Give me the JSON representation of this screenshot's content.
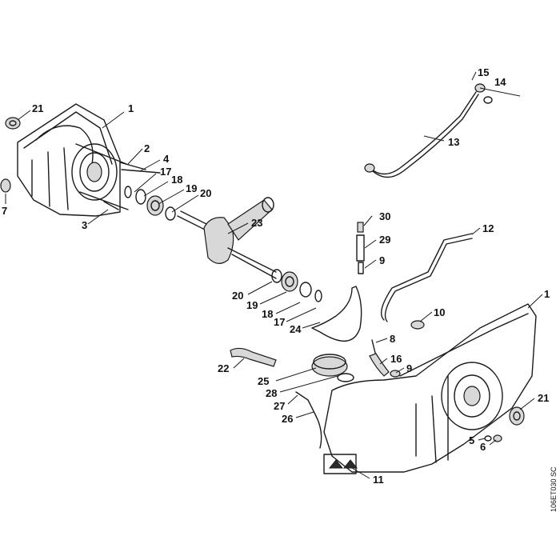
{
  "drawing_code": "106ET030 SC",
  "callouts": {
    "c1a": "1",
    "c1b": "1",
    "c2": "2",
    "c3": "3",
    "c4": "4",
    "c5": "5",
    "c6": "6",
    "c7": "7",
    "c8": "8",
    "c9a": "9",
    "c9b": "9",
    "c10": "10",
    "c11": "11",
    "c12": "12",
    "c13": "13",
    "c14": "14",
    "c15": "15",
    "c16": "16",
    "c17a": "17",
    "c17b": "17",
    "c18a": "18",
    "c18b": "18",
    "c19a": "19",
    "c19b": "19",
    "c20a": "20",
    "c20b": "20",
    "c21a": "21",
    "c21b": "21",
    "c22": "22",
    "c23": "23",
    "c24": "24",
    "c25": "25",
    "c26": "26",
    "c27": "27",
    "c28": "28",
    "c29": "29",
    "c30": "30"
  },
  "colors": {
    "ink": "#1a1a1a",
    "background": "#ffffff",
    "shade": "#d8d8d8"
  }
}
